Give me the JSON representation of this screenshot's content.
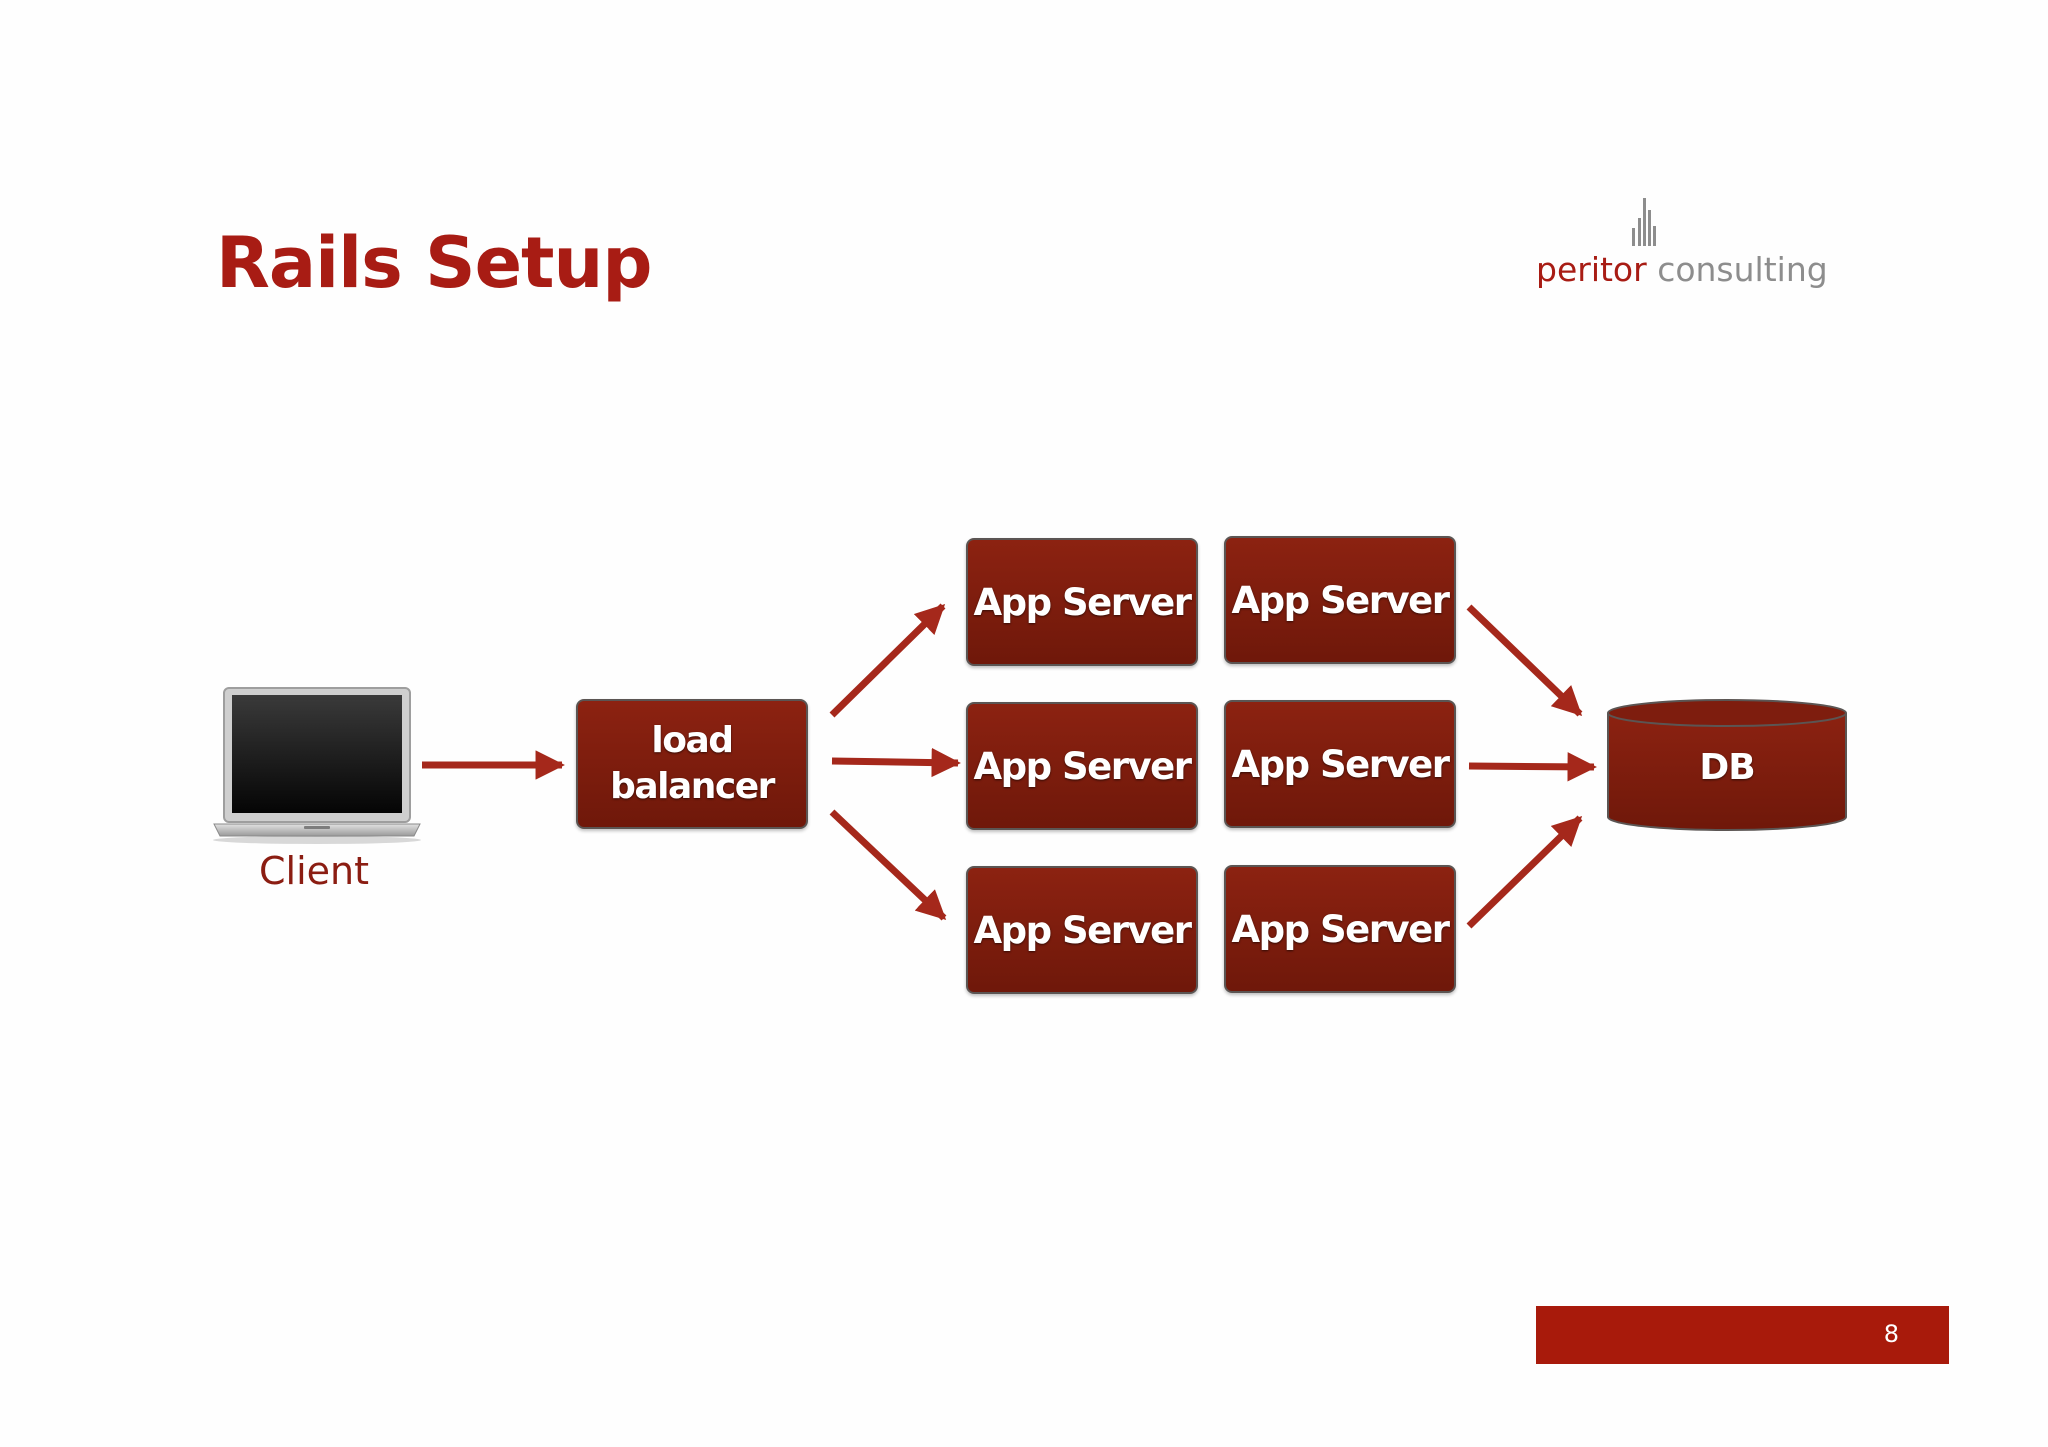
{
  "slide": {
    "title": "Rails Setup",
    "page_number": "8"
  },
  "logo": {
    "word1": "peritor",
    "word2": "consulting",
    "primary_color": "#a81c14",
    "secondary_color": "#8d8d8d"
  },
  "diagram": {
    "client_label": "Client",
    "load_balancer_label": "load balancer",
    "app_servers": [
      "App Server",
      "App Server",
      "App Server",
      "App Server",
      "App Server",
      "App Server"
    ],
    "db_label": "DB",
    "node_color": "#7a1b0c",
    "arrow_color": "#a5281b"
  }
}
